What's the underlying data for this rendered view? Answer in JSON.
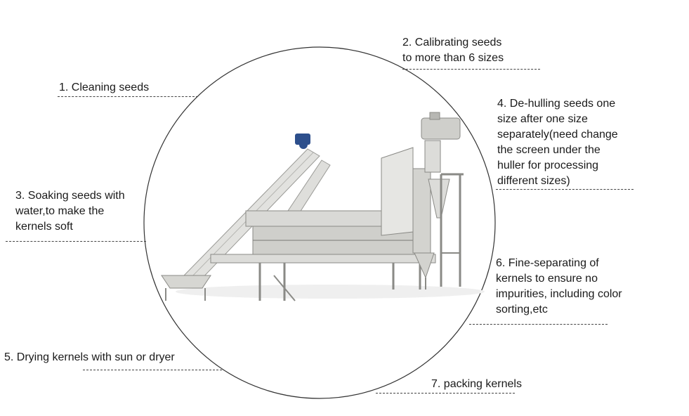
{
  "steps": [
    {
      "text": "1. Cleaning seeds"
    },
    {
      "text": "2. Calibrating seeds\nto more than 6 sizes"
    },
    {
      "text": "3. Soaking seeds with\nwater,to make the\nkernels soft"
    },
    {
      "text": "4. De-hulling seeds one\nsize after one size\nseparately(need change\nthe screen under the\nhuller for processing\ndifferent sizes)"
    },
    {
      "text": "5. Drying kernels with sun or dryer"
    },
    {
      "text": "6. Fine-separating of\nkernels to ensure no\nimpurities, including color\nsorting,etc"
    },
    {
      "text": "7. packing kernels"
    }
  ],
  "colors": {
    "machine": "#d9d9d6",
    "machine_dark": "#8a8a86",
    "motor": "#2d4f8c",
    "circle": "#333333"
  }
}
